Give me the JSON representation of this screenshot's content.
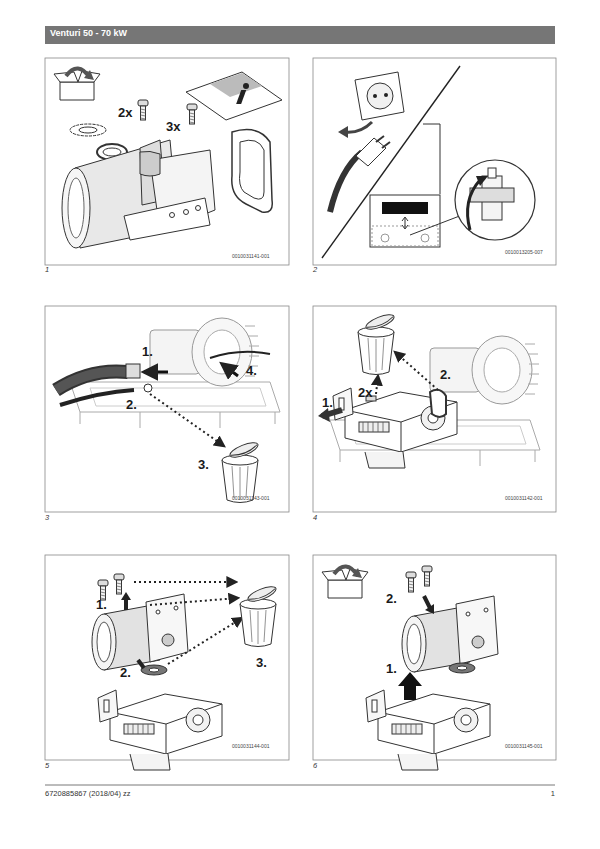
{
  "diagram": {
    "title": "Venturi 50 - 70 kW",
    "labels": [
      "2x",
      "3x",
      "0010031141-001",
      "1",
      "0010013205-007",
      "2",
      "1.",
      "4.",
      "2.",
      "3.",
      "0010031143-001",
      "3",
      "2.",
      "2x",
      "1.",
      "0010031142-001",
      "4",
      "1.",
      "3.",
      "2.",
      "0010031144-001",
      "5",
      "2.",
      "1.",
      "0010031145-001",
      "6",
      "6720885867 (2018/04) zz",
      "1"
    ]
  }
}
